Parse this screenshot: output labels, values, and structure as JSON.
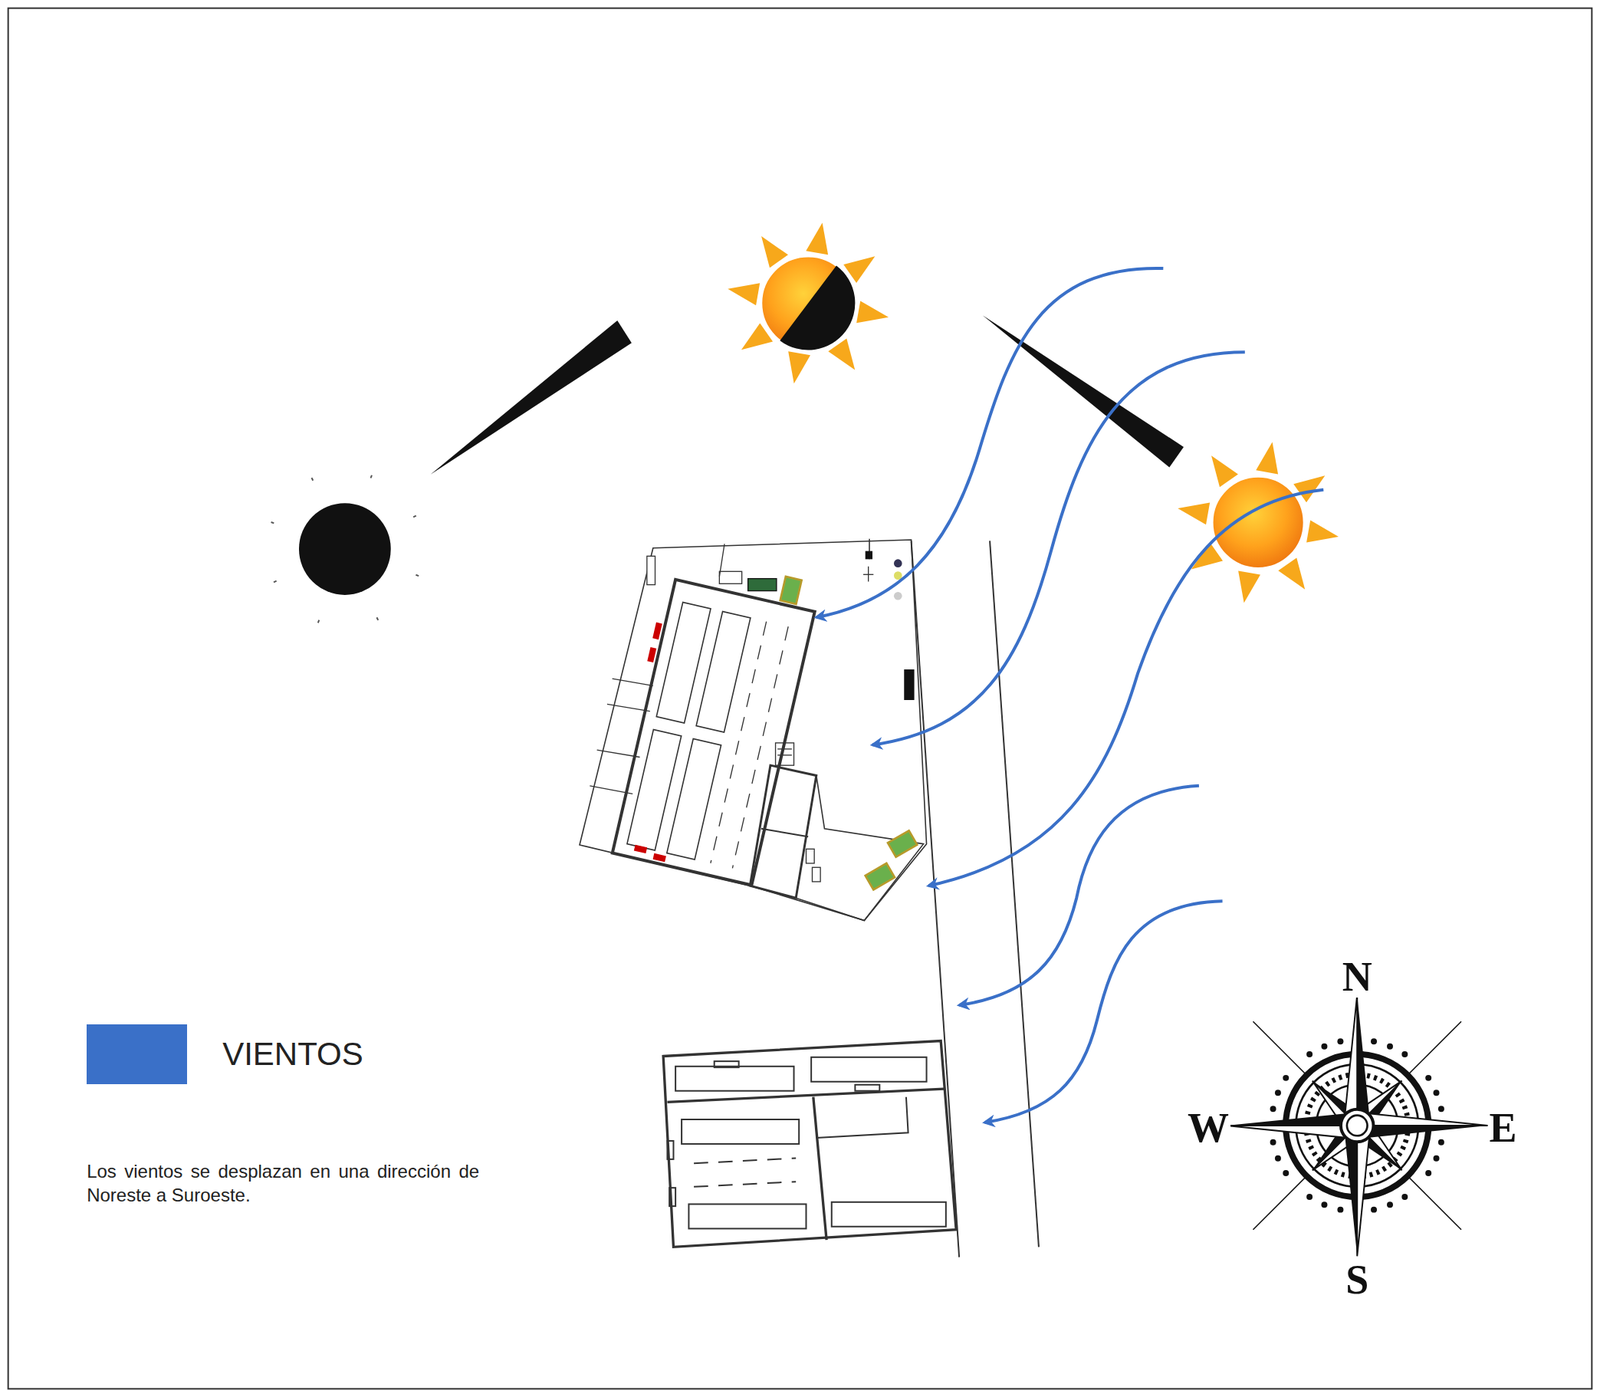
{
  "diagram": {
    "labels": [
      "N",
      "W",
      "E",
      "S",
      "Los vientos se desplazan en una dirección de Noreste a Suroeste."
    ],
    "legend": [
      {
        "text": "VIENTOS",
        "color": "#3a70c8"
      }
    ]
  }
}
